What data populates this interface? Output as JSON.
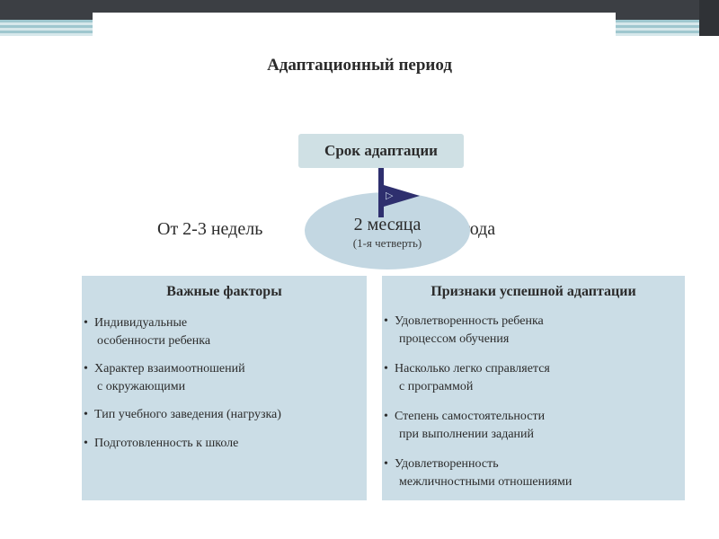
{
  "title": "Адаптационный период",
  "term": {
    "label": "Срок адаптации",
    "range_from": "От 2-3 недель",
    "range_to": "до полугода",
    "range_to_visible": "угода",
    "center_main": "2 месяца",
    "center_sub": "(1-я четверть)"
  },
  "factors": {
    "heading": "Важные факторы",
    "items": [
      {
        "line1": "Индивидуальные",
        "line2": "особенности ребенка"
      },
      {
        "line1": "Характер взаимоотношений",
        "line2": "с окружающими"
      },
      {
        "line1": "Тип учебного заведения (нагрузка)",
        "line2": ""
      },
      {
        "line1": "Подготовленность к школе",
        "line2": ""
      }
    ]
  },
  "signs": {
    "heading": "Признаки успешной адаптации",
    "items": [
      {
        "line1": "Удовлетворенность ребенка",
        "line2": "процессом обучения"
      },
      {
        "line1": "Насколько легко справляется",
        "line2": "с программой"
      },
      {
        "line1": "Степень самостоятельности",
        "line2": "при выполнении заданий"
      },
      {
        "line1": "Удовлетворенность",
        "line2": "межличностными отношениями"
      }
    ]
  },
  "colors": {
    "panel": "#cbdde6",
    "term_box": "#cfe0e4",
    "ellipse": "#c3d7e2",
    "flag": "#2e2f6e",
    "header_dark": "#3c3f44",
    "header_stripe": "#9fc7cf"
  },
  "icons": {
    "flag": "flag-icon",
    "play": "play-triangle-icon"
  }
}
